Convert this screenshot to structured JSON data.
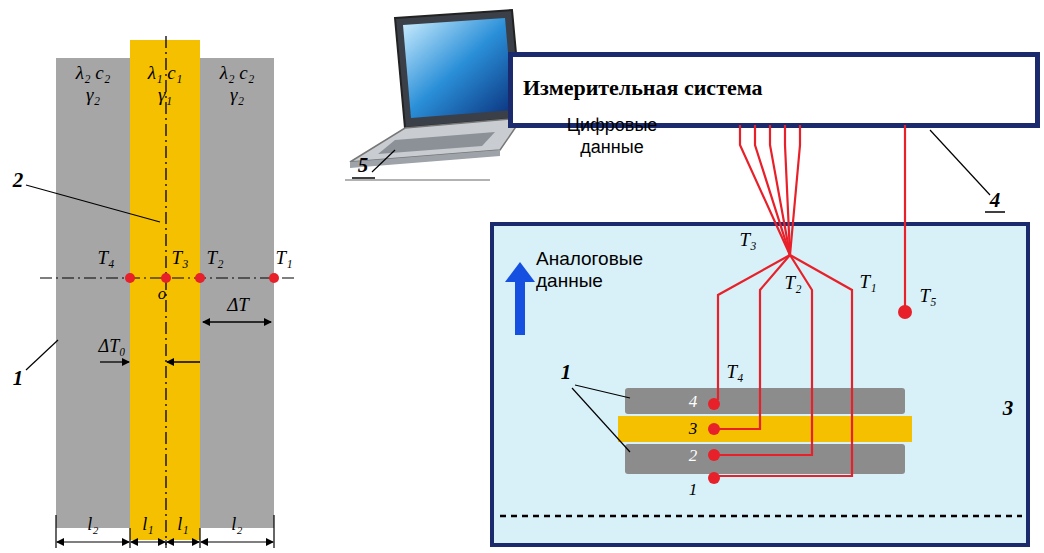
{
  "diagram": {
    "nodes": [
      {
        "text": [
          "λ₂ c₂ γ₂"
        ]
      },
      {
        "text": [
          "λ₁ c₁ γ₁"
        ]
      },
      {
        "text": [
          "λ₂ c₂ γ₂"
        ]
      },
      {
        "text": [
          "Измерительная система"
        ]
      },
      {
        "text": [
          "Аналоговые данные"
        ]
      }
    ],
    "labels": [
      "2",
      "1",
      "T₄",
      "T₃",
      "T₂",
      "T₁",
      "o",
      "ΔT",
      "ΔT₀",
      "l₂",
      "l₁",
      "l₁",
      "l₂",
      "Цифровые данные",
      "4",
      "5",
      "1",
      "4",
      "3",
      "2",
      "1",
      "T₄",
      "T₃",
      "T₂",
      "T₁",
      "T₅",
      "3"
    ]
  }
}
